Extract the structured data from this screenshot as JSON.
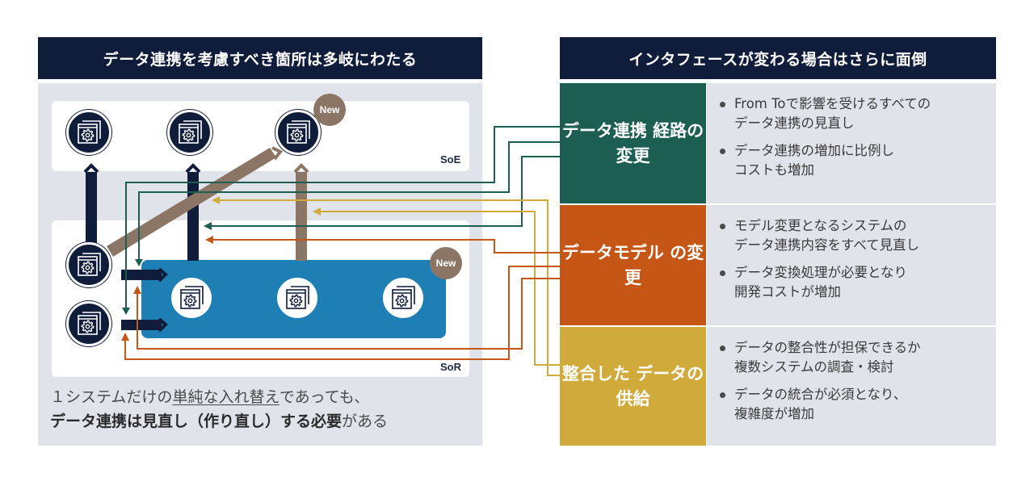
{
  "left_header": "データ連携を考慮すべき箇所は多岐にわたる",
  "right_header": "インタフェースが変わる場合はさらに面倒",
  "soe_label": "SoE",
  "sor_label": "SoR",
  "new_badge": "New",
  "caption": {
    "line1_a": "１システムだけの",
    "line1_b": "単純な入れ替え",
    "line1_c": "であっても、",
    "line2_strong": "データ連携は見直し（作り直し）する必要",
    "line2_tail": "がある"
  },
  "rows": [
    {
      "title_lines": [
        "データ連携",
        "経路の変更"
      ],
      "color": "#1d5e52",
      "bullets": [
        [
          "From Toで影響を受けるすべての",
          "データ連携の見直し"
        ],
        [
          "データ連携の増加に比例し",
          "コストも増加"
        ]
      ]
    },
    {
      "title_lines": [
        "データモデル",
        "の変更"
      ],
      "color": "#c65615",
      "bullets": [
        [
          "モデル変更となるシステムの",
          "データ連携内容をすべて見直し"
        ],
        [
          "データ変換処理が必要となり",
          "開発コストが増加"
        ]
      ]
    },
    {
      "title_lines": [
        "整合した",
        "データの供給"
      ],
      "color": "#d1aa3c",
      "bullets": [
        [
          "データの整合性が担保できるか",
          "複数システムの調査・検討"
        ],
        [
          "データの統合が必須となり、",
          "複雑度が増加"
        ]
      ]
    }
  ],
  "icons": {
    "app": "app-gear-icon",
    "badge": "new-badge"
  },
  "colors": {
    "navy": "#0f1c3a",
    "blue": "#1e7fb5",
    "taupe": "#8b7564",
    "green": "#1d5e52",
    "orange": "#c65615",
    "gold": "#d1aa3c"
  }
}
